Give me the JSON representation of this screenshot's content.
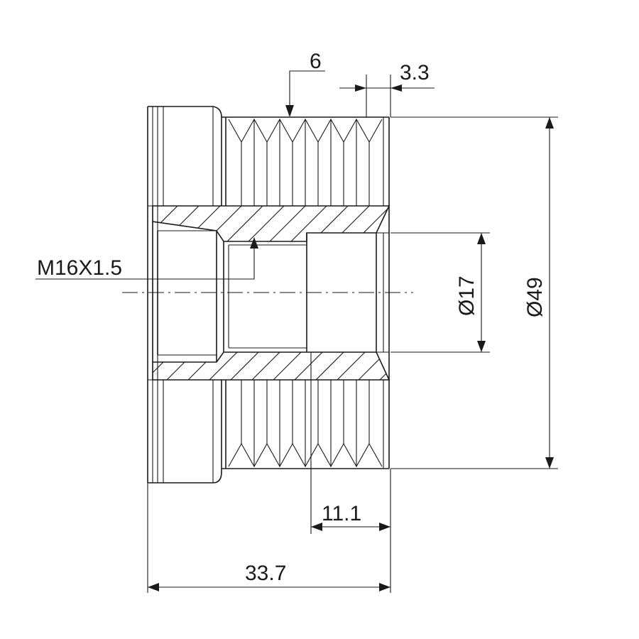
{
  "dimensions": {
    "groove_pitch": "6",
    "end_offset": "3.3",
    "thread": "M16X1.5",
    "bore_diameter": "Ø17",
    "outer_diameter": "Ø49",
    "bore_depth": "11.1",
    "overall_length": "33.7"
  }
}
